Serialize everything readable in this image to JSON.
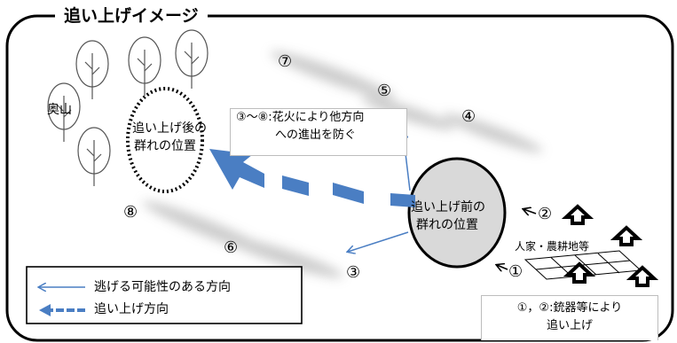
{
  "title": "追い上げイメージ",
  "labels": {
    "mountain": "奥山",
    "after_line1": "追い上げ後の",
    "after_line2": "群れの位置",
    "before_line1": "追い上げ前の",
    "before_line2": "群れの位置",
    "houses": "人家・農耕地等"
  },
  "fireworks_note": {
    "line1": "③～⑧:花火により他方向",
    "line2": "への進出を防ぐ"
  },
  "gun_note": {
    "line1": "①，②:銃器等により",
    "line2": "追い上げ"
  },
  "numbers": {
    "n1": "①",
    "n2": "②",
    "n3": "③",
    "n4": "④",
    "n5": "⑤",
    "n6": "⑥",
    "n7": "⑦",
    "n8": "⑧"
  },
  "legend": {
    "escape_label": "逃げる可能性のある方向",
    "drive_label": "追い上げ方向"
  },
  "colors": {
    "arrow_blue": "#4a7ec3",
    "border": "#000000",
    "herd_fill": "#d9d9d9",
    "smoke": "#c8c8c8"
  }
}
